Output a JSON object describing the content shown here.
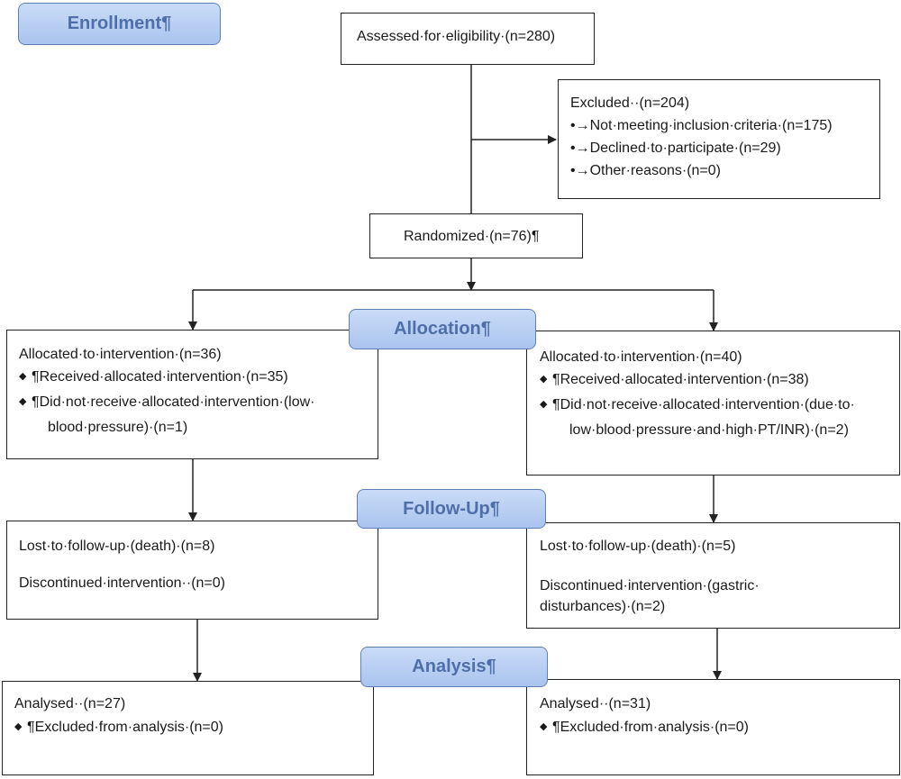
{
  "stages": {
    "enrollment": "Enrollment¶",
    "allocation": "Allocation¶",
    "followup": "Follow-Up¶",
    "analysis": "Analysis¶"
  },
  "assessed": "Assessed·for·eligibility·(n=280)",
  "excluded": {
    "title": "Excluded··(n=204)",
    "items": [
      "•→Not·meeting·inclusion·criteria·(n=175)",
      "•→Declined·to·participate·(n=29)",
      "•→Other·reasons·(n=0)"
    ]
  },
  "randomized": "Randomized·(n=76)¶",
  "left": {
    "allocated": {
      "title": "Allocated·to·intervention·(n=36)",
      "received": "¶Received·allocated·intervention·(n=35)",
      "not_received_1": "¶Did·not·receive·allocated·intervention·(low·",
      "not_received_2": "blood·pressure)·(n=1)"
    },
    "followup": {
      "lost": "Lost·to·follow-up·(death)·(n=8)",
      "discontinued": "Discontinued·intervention··(n=0)"
    },
    "analysis": {
      "analysed": "Analysed··(n=27)",
      "excluded": "¶Excluded·from·analysis·(n=0)"
    }
  },
  "right": {
    "allocated": {
      "title": "Allocated·to·intervention·(n=40)",
      "received": "¶Received·allocated·intervention·(n=38)",
      "not_received_1": "¶Did·not·receive·allocated·intervention·(due·to·",
      "not_received_2": "low·blood·pressure·and·high·PT/INR)·(n=2)"
    },
    "followup": {
      "lost": "Lost·to·follow-up·(death)·(n=5)",
      "discontinued_1": "Discontinued·intervention·(gastric·",
      "discontinued_2": "disturbances)·(n=2)"
    },
    "analysis": {
      "analysed": "Analysed··(n=31)",
      "excluded": "¶Excluded·from·analysis·(n=0)"
    }
  }
}
